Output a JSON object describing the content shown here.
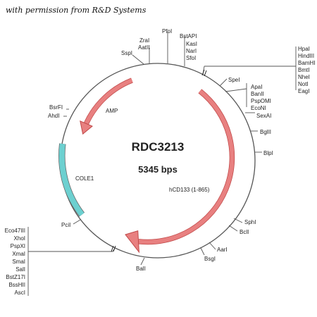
{
  "credit": "with permission from R&D Systems",
  "plasmid": {
    "name": "RDC3213",
    "size": "5345 bps"
  },
  "features": [
    {
      "label": "AMP",
      "color": "#e06666"
    },
    {
      "label": "hCD133 (1-865)",
      "color": "#e06666"
    },
    {
      "label": "COLE1",
      "color": "#6dd0d0"
    }
  ],
  "sites": {
    "sspi": "SspI",
    "zrai_aati": [
      "ZraI",
      "AatII"
    ],
    "pfoi": "PfoI",
    "bstapi_group": [
      "BstAPI",
      "KasI",
      "NarI",
      "SfoI"
    ],
    "mcs_top": [
      "HpaI",
      "HindIII",
      "BamHI",
      "BmtI",
      "NheI",
      "NotI",
      "EagI"
    ],
    "spei": "SpeI",
    "apai_group": [
      "ApaI",
      "BanII",
      "PspOMI",
      "EcoNI"
    ],
    "sexai": "SexAI",
    "bglii": "BglII",
    "blpi": "BlpI",
    "sphi": "SphI",
    "bcli": "BclI",
    "aari": "AarI",
    "bsgi": "BsgI",
    "bali": "BalI",
    "mcs_bottom": [
      "Eco47III",
      "XhoI",
      "PspXI",
      "XmaI",
      "SmaI",
      "SalI",
      "BstZ17I",
      "BssHII",
      "AscI"
    ],
    "pcii": "PciI",
    "bsrfi": "BsrFI",
    "ahdi": "AhdI"
  }
}
